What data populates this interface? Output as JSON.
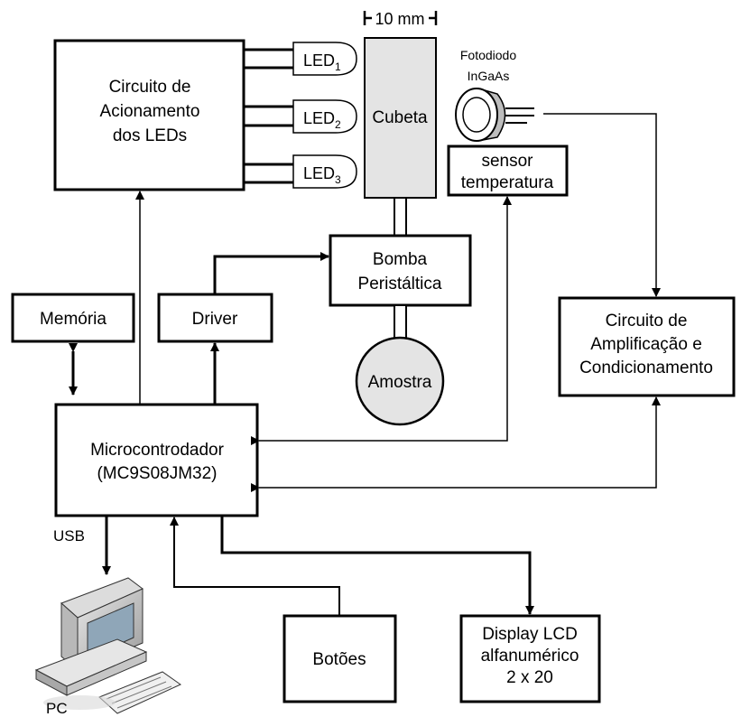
{
  "blocks": {
    "led_driver": [
      "Circuito de",
      "Acionamento",
      "dos LEDs"
    ],
    "cuvette": "Cubeta",
    "cuvette_width": "10 mm",
    "photodiode": [
      "Fotodiodo",
      "InGaAs"
    ],
    "temp_sensor": [
      "sensor",
      "temperatura"
    ],
    "pump": [
      "Bomba",
      "Peristáltica"
    ],
    "sample": "Amostra",
    "memory": "Memória",
    "driver": "Driver",
    "amplifier": [
      "Circuito de",
      "Amplificação e",
      "Condicionamento"
    ],
    "mcu": [
      "Microcontrodador",
      "(MC9S08JM32)"
    ],
    "buttons": "Botões",
    "lcd": [
      "Display LCD",
      "alfanumérico",
      "2 x 20"
    ],
    "usb": "USB",
    "pc": "PC"
  },
  "leds": [
    {
      "base": "LED",
      "sub": "1"
    },
    {
      "base": "LED",
      "sub": "2"
    },
    {
      "base": "LED",
      "sub": "3"
    }
  ]
}
